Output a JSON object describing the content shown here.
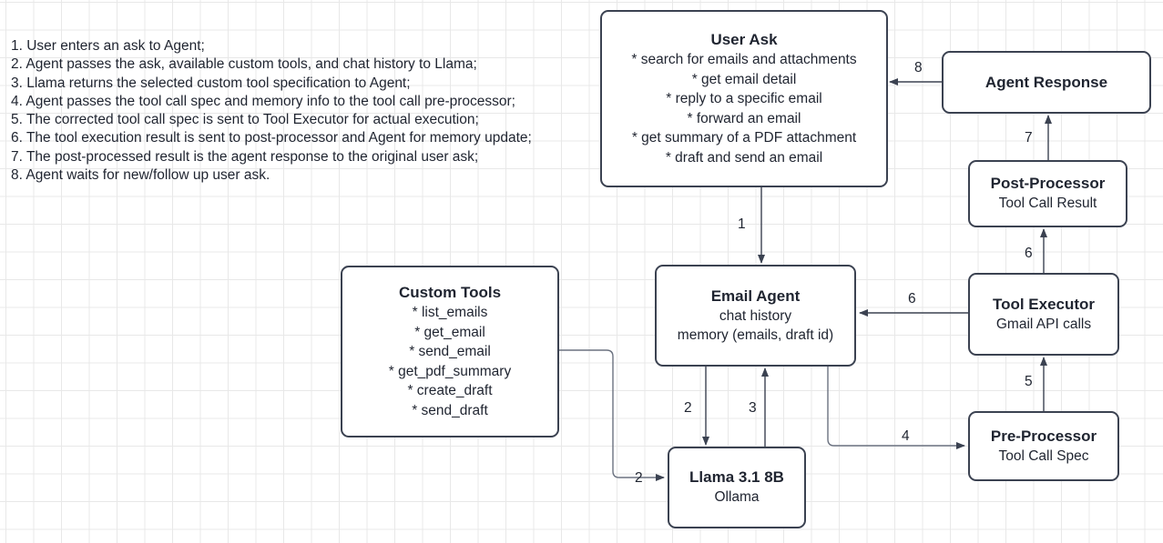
{
  "steps": {
    "items": [
      "1. User enters an ask to Agent;",
      "2. Agent passes the ask, available custom tools, and chat history to Llama;",
      "3. Llama returns the selected custom tool specification to Agent;",
      "4. Agent passes the tool call spec and memory info to the tool call pre-processor;",
      "5. The corrected tool call spec is sent to Tool Executor for actual execution;",
      "6. The tool execution result is sent to post-processor and Agent for memory update;",
      "7. The post-processed result is the agent response to the original user ask;",
      "8. Agent waits for new/follow up user ask."
    ]
  },
  "nodes": {
    "user_ask": {
      "title": "User Ask",
      "lines": [
        "* search for emails and attachments",
        "* get email detail",
        "* reply to a specific email",
        "* forward an email",
        "* get summary of a PDF attachment",
        "* draft and send an email"
      ]
    },
    "agent_response": {
      "title": "Agent Response",
      "lines": []
    },
    "post_processor": {
      "title": "Post-Processor",
      "lines": [
        "Tool Call Result"
      ]
    },
    "tool_executor": {
      "title": "Tool Executor",
      "lines": [
        "Gmail API calls"
      ]
    },
    "pre_processor": {
      "title": "Pre-Processor",
      "lines": [
        "Tool Call Spec"
      ]
    },
    "custom_tools": {
      "title": "Custom Tools",
      "lines": [
        "* list_emails",
        "* get_email",
        "* send_email",
        "* get_pdf_summary",
        "* create_draft",
        "* send_draft"
      ]
    },
    "email_agent": {
      "title": "Email Agent",
      "lines": [
        "chat history",
        "memory (emails, draft id)"
      ]
    },
    "llama": {
      "title": "Llama 3.1 8B",
      "lines": [
        "Ollama"
      ]
    }
  },
  "edges": {
    "e1": "1",
    "e2a": "2",
    "e2b": "2",
    "e3": "3",
    "e4": "4",
    "e5": "5",
    "e6a": "6",
    "e6b": "6",
    "e7": "7",
    "e8": "8"
  },
  "colors": {
    "node_border": "#3b4251",
    "node_fill": "#ffffff",
    "text": "#1f2430",
    "connector": "#6b7280",
    "connector_dark": "#3b4251",
    "grid": "#e8e8e8",
    "background": "#ffffff"
  }
}
